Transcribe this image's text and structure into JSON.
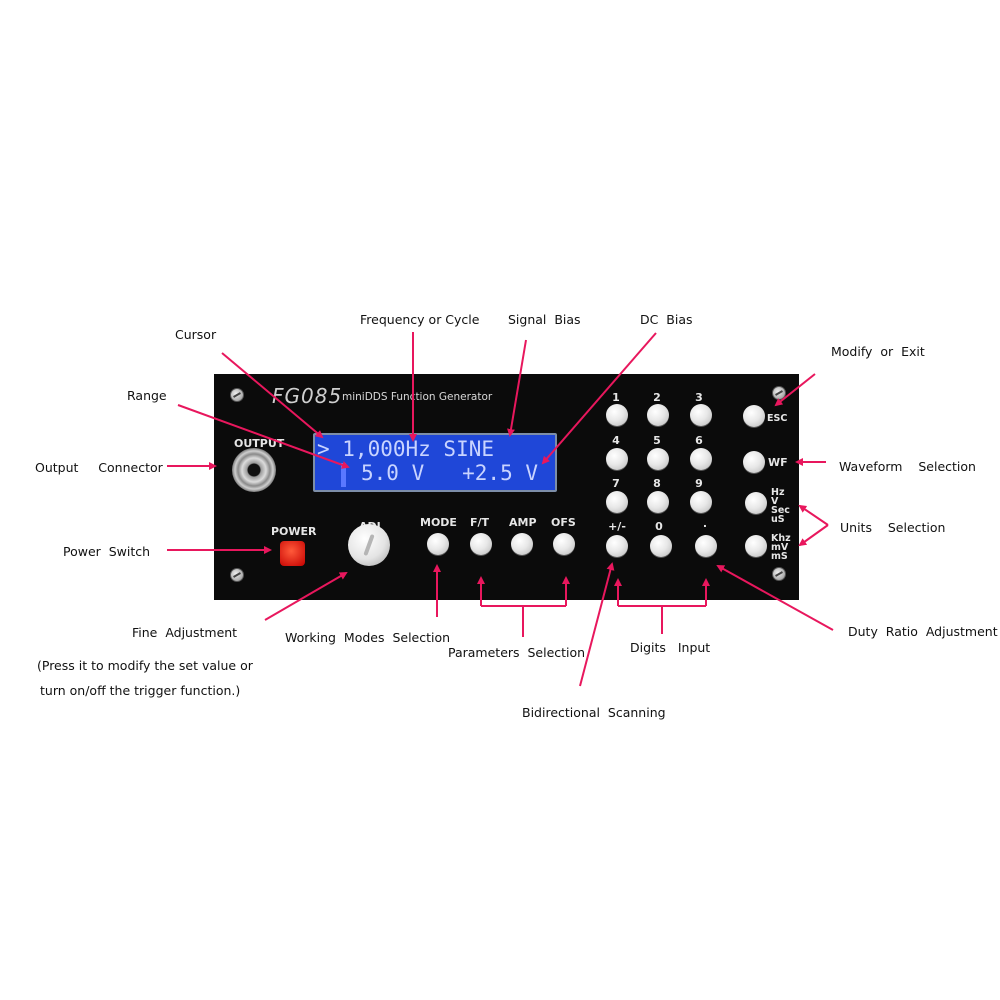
{
  "device": {
    "model": "FG085",
    "subtitle": "miniDDS Function Generator",
    "lcd": {
      "line1": "> 1,000Hz SINE",
      "line2": "5.0 V   +2.5 V"
    },
    "panel_labels": {
      "output": "OUTPUT",
      "power": "POWER",
      "adj": "ADJ",
      "mode": "MODE",
      "ft": "F/T",
      "amp": "AMP",
      "ofs": "OFS"
    },
    "keypad": [
      "1",
      "2",
      "3",
      "4",
      "5",
      "6",
      "7",
      "8",
      "9",
      "+/-",
      "0",
      "."
    ],
    "side_keys": {
      "esc": "ESC",
      "wf": "WF",
      "units_a": [
        "Hz",
        "V",
        "Sec",
        "uS"
      ],
      "units_b": [
        "Khz",
        "mV",
        "mS"
      ]
    }
  },
  "annotations": {
    "cursor": "Cursor",
    "range": "Range",
    "frequency": "Frequency or Cycle",
    "signal_bias": "Signal  Bias",
    "dc_bias": "DC  Bias",
    "modify_exit": "Modify  or  Exit",
    "output_connector": "Output     Connector",
    "waveform_selection": "Waveform    Selection",
    "units_selection": "Units    Selection",
    "power_switch": "Power  Switch",
    "fine_adjustment": "Fine  Adjustment",
    "fine_note_1": "(Press it to modify the set value or",
    "fine_note_2": "turn on/off the trigger function.)",
    "working_modes": "Working  Modes  Selection",
    "parameters_selection": "Parameters  Selection",
    "digits_input": "Digits   Input",
    "duty_ratio": "Duty  Ratio  Adjustment",
    "bidirectional": "Bidirectional  Scanning"
  },
  "colors": {
    "arrow": "#e8175d",
    "panel": "#0b0b0b",
    "lcd_background": "#1f47d8",
    "lcd_text": "#c9d4ff",
    "power_button": "#d90e0e"
  }
}
